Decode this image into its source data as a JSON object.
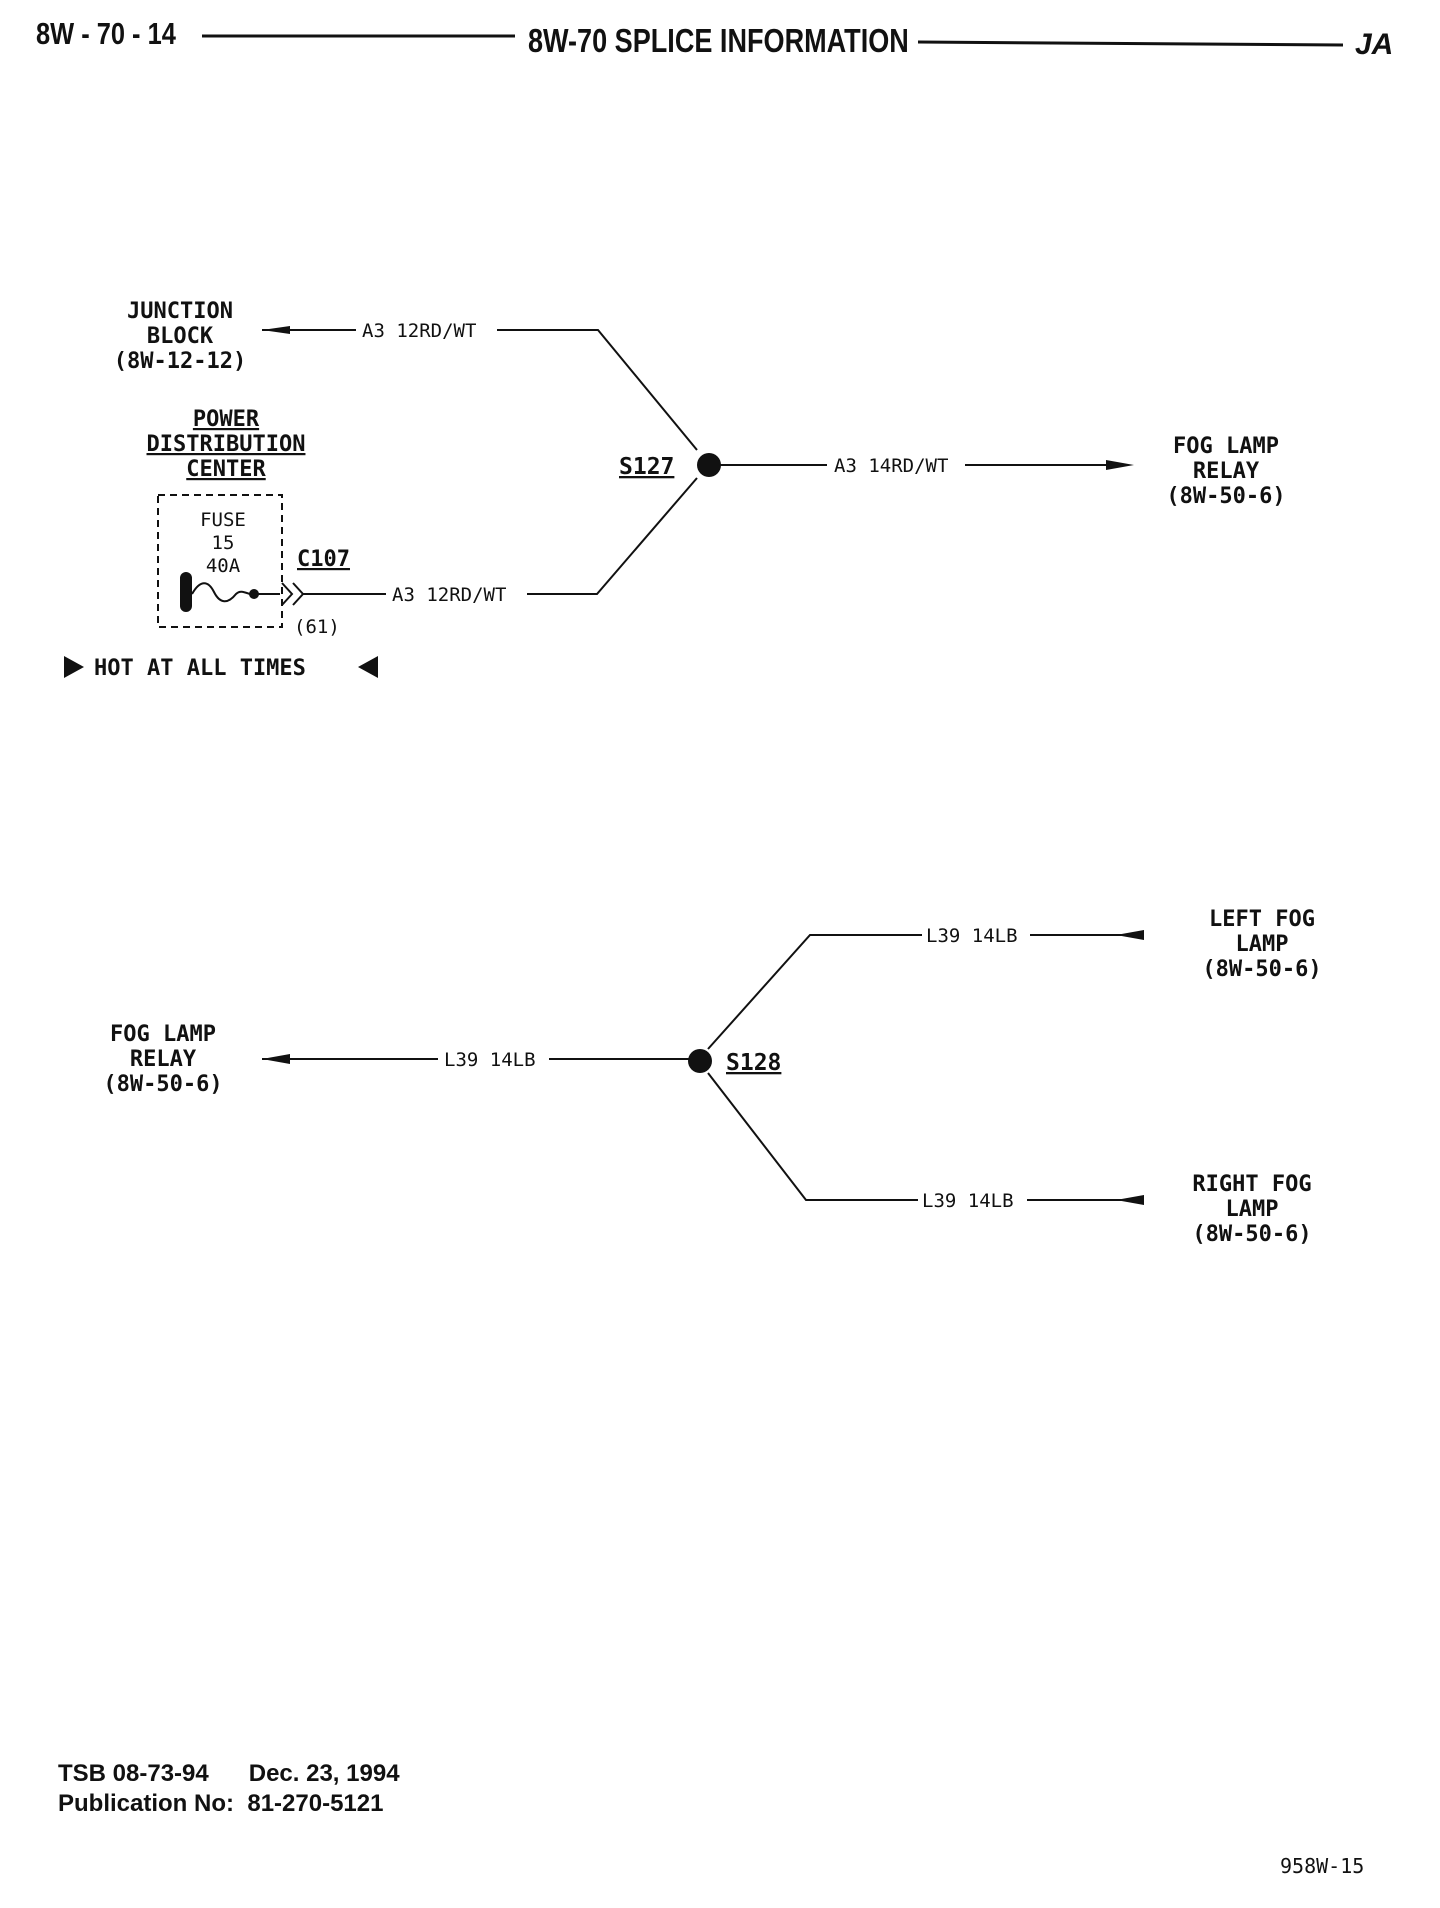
{
  "header": {
    "page_number": "8W - 70 - 14",
    "title": "8W-70 SPLICE INFORMATION",
    "model_code": "JA"
  },
  "diagram_top": {
    "source_top": {
      "line1": "JUNCTION",
      "line2": "BLOCK",
      "line3": "(8W-12-12)"
    },
    "source_bottom": {
      "line1": "POWER",
      "line2": "DISTRIBUTION",
      "line3": "CENTER"
    },
    "fuse": {
      "label": "FUSE",
      "number": "15",
      "rating": "40A"
    },
    "connector": {
      "name": "C107",
      "cavity": "(61)"
    },
    "hot_note": "HOT AT ALL TIMES",
    "wire_in_top": "A3 12RD/WT",
    "wire_in_bottom": "A3 12RD/WT",
    "splice": "S127",
    "wire_out": "A3 14RD/WT",
    "destination": {
      "line1": "FOG LAMP",
      "line2": "RELAY",
      "line3": "(8W-50-6)"
    }
  },
  "diagram_bottom": {
    "destination": {
      "line1": "FOG LAMP",
      "line2": "RELAY",
      "line3": "(8W-50-6)"
    },
    "wire_out": "L39 14LB",
    "splice": "S128",
    "wire_top": "L39 14LB",
    "wire_bottom": "L39 14LB",
    "source_top": {
      "line1": "LEFT FOG",
      "line2": "LAMP",
      "line3": "(8W-50-6)"
    },
    "source_bottom": {
      "line1": "RIGHT FOG",
      "line2": "LAMP",
      "line3": "(8W-50-6)"
    }
  },
  "footer": {
    "tsb": "TSB 08-73-94",
    "date": "Dec. 23, 1994",
    "publication_label": "Publication No:",
    "publication_number": "81-270-5121",
    "figure_id": "958W-15"
  }
}
